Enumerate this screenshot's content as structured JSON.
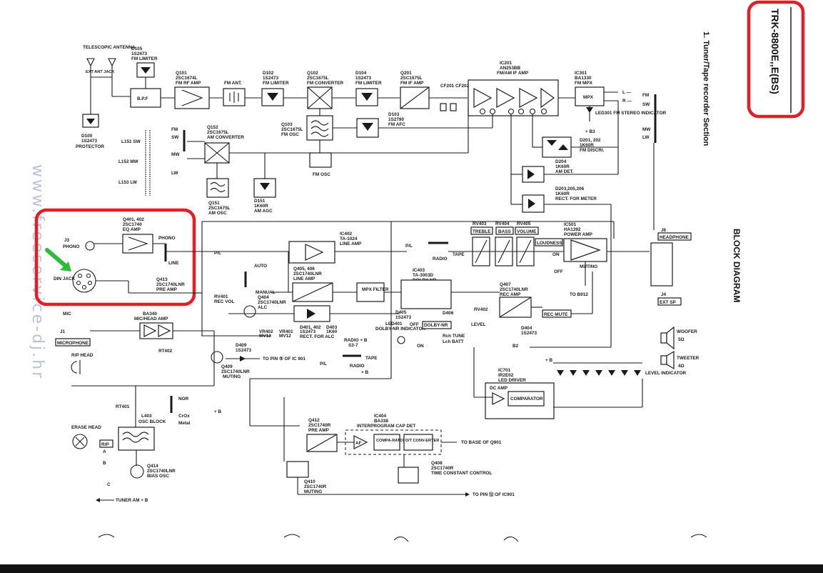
{
  "side_header": {
    "section": "1. Tuner/Tape recorder Section",
    "model": "TRK-8800E,,E(BS)",
    "block_diagram": "BLOCK DIAGRAM"
  },
  "watermark": "www.freeservice-dj.hr",
  "accent_color": "#e21f26",
  "arrow_color": "#2dbb3a",
  "labels": {
    "antenna": "TELESCOPIC ANTENNA",
    "ext_ant_jack": "EXT  ANT  JACK",
    "d100": "D100",
    "d100_part": "1S2473",
    "protector": "PROTECTOR",
    "d105": "D105",
    "d105_part": "1S2473",
    "fm_limiter_1": "FM LIMITER",
    "bpf": "B.P.F",
    "q101": "Q101",
    "q101_part": "2SC1674L",
    "fm_rf_amp": "FM RF AMP",
    "fm_ant": "FM ANT.",
    "d102": "D102",
    "d102_part": "1S2473",
    "fm_limiter_2": "FM LIMITER",
    "q102": "Q102",
    "q102_part": "2SC1675L",
    "fm_converter": "FM CONVERTER",
    "d104": "D104",
    "d104_part": "1S2473",
    "fm_limiter_3": "FM LIMITER",
    "q201": "Q201",
    "q201_part": "2SC1675L",
    "fm_if_amp": "FM IF AMP",
    "cf": "CF201\nCF202",
    "ic201": "IC201",
    "ic201_part": "AN253BB",
    "fm_am_if": "FM/AM IF AMP",
    "ic301": "IC301",
    "ic301_part": "BA1330",
    "fm_mpx": "FM MPX",
    "mpx": "MPX",
    "led301": "LED301 FM STEREO INDICATOR",
    "b3": "+ B3",
    "d201": "D201, 202",
    "d201_part": "1K60R",
    "fm_discri": "FM DISCRI.",
    "d204": "D204",
    "d204_part": "1K60R",
    "am_det": "AM DET.",
    "d203": "D203,205,206",
    "d203_part": "1K60R",
    "rect_meter": "RECT. FOR METER",
    "q103": "Q103",
    "q103_part": "2SC1675L",
    "fm_osc": "FM OSC",
    "fm_osc_2": "FM OSC",
    "d103": "D103",
    "d103_part": "1S2790",
    "fm_afc": "FM AFC",
    "q152": "Q152",
    "q152_part": "2SC1675L",
    "am_converter": "AM CONVERTER",
    "l151": "L151 SW",
    "l152": "L152 MW",
    "l153": "L153 LW",
    "q151": "Q151",
    "q151_part": "2SC1675L",
    "am_osc": "AM OSC",
    "d151": "D151",
    "d151_part": "1K60R",
    "am_agc": "AM AGC",
    "q401": "Q401, 402",
    "q401_part": "2SC1740",
    "eq_amp": "EQ AMP",
    "j3": "J3",
    "phono": "PHONO",
    "phono_sw": "PHONO",
    "line": "LINE",
    "din_jack": "DIN JACK",
    "q413": "Q413",
    "q413_part": "2SC1740LNR",
    "pre_amp": "PRE AMP",
    "ic402": "IC402",
    "ic402_part": "TA-1024",
    "line_amp": "LINE AMP",
    "pl": "P/L",
    "radio": "RADIO",
    "tape": "TAPE",
    "auto": "AUTO",
    "manual": "MANUAL",
    "q405": "Q405, 406",
    "q405_part": "2SC1740LNR",
    "line_amp_2": "LINE AMP",
    "mpx_filter": "MPX FILTER",
    "ic403": "IC403",
    "ic403_part": "TA-3003D",
    "dolby_nr": "DOLBY-NR",
    "q404": "Q404",
    "q404_part": "2SC1740LNR",
    "alc": "ALC",
    "rv401": "RV401",
    "rec_vol": "REC VOL",
    "d401": "D401, 402",
    "d401_part": "1S2473",
    "d403": "D403",
    "d403_part": "1K60",
    "rect_alc": "RECT. FOR ALC",
    "d405": "D405",
    "d405_part": "1S2473",
    "led401": "LED401",
    "led401_desc": "DOLBY-NR INDICATOR",
    "d406": "D406",
    "dolby_nr_sw": "DOLBY-NR",
    "rch_tune": "Rch TUNE",
    "lch_batt": "Lch BATT",
    "rv403": "RV403",
    "rv404": "RV404",
    "rv405": "RV405",
    "treble": "TREBLE",
    "bass": "BASS",
    "volume": "VOLUME",
    "loudness": "LOUDNESS",
    "ic501": "IC501",
    "ic501_part": "HA1392",
    "power_amp": "POWER AMP",
    "muting": "MUTING",
    "to_b912": "TO B912",
    "on": "ON",
    "off": "OFF",
    "q407": "Q407",
    "q407_part": "2SC1740LNR",
    "rec_amp": "REC AMP",
    "rv402": "RV402",
    "rec_mute": "REC MUTE",
    "d404": "D404",
    "d404_part": "1S2473",
    "level": "LEVEL",
    "b2": "B2",
    "j6": "J6",
    "headphone": "HEADPHONE",
    "j4": "J4",
    "ext_sp": "EXT SP",
    "woofer": "WOOFER",
    "woofer_ohm": "5Ω",
    "tweeter": "TWEETER",
    "tweeter_ohm": "4Ω",
    "level_indicator": "LEVEL INDICATOR",
    "ic701": "IC701",
    "ic701_part": "IR2E02",
    "led_driver": "LED DRIVER",
    "dc_amp": "DC AMP",
    "comparator": "COMPARATOR",
    "mic": "MIC",
    "ba340": "BA340",
    "mic_head_amp": "MIC/HEAD AMP",
    "j1": "J1",
    "microphone": "MICROPHONE",
    "rp_head": "R/P HEAD",
    "rt402": "RT402",
    "vr402": "VR402",
    "vr402_part": "MV12",
    "vr401": "VR401",
    "vr401_part": "MV12",
    "d409": "D409",
    "d409_part": "1S2473",
    "to_pin": "TO PIN ⑤ OF IC 901",
    "q409": "Q409",
    "q409_part": "2SC1740LNR",
    "muting_2": "MUTING",
    "radio_b": "RADIO + B",
    "s3": "S3-7",
    "tape_2": "TAPE",
    "radio_2": "RADIO",
    "plus_b": "+ B",
    "pl_2": "P/L",
    "rt401": "RT401",
    "l403": "L403",
    "osc_block": "OSC BLOCK",
    "nor": "NOR",
    "crox": "CrOx",
    "metal": "Metal",
    "erase_head": "ERASE HEAD",
    "rp": "R/P",
    "q414": "Q414",
    "q414_part": "2SC1740LNR",
    "bias_osc": "BIAS OSC",
    "tuner_am": "TUNER AM + B",
    "q412": "Q412",
    "q412_part": "2SC1740R",
    "pre_amp_2": "PRE AMP",
    "ic404": "IC404",
    "ic404_part": "BA338",
    "interprogram": "INTERPROGRAM CAP DET",
    "af": "AF",
    "compa": "COMPA-RATOR",
    "dt_conv": "D/T CONV-ERTER",
    "to_base": "TO BASE OF Q901",
    "q408": "Q408",
    "q408_part": "2SC1740R",
    "time_const": "TIME CONSTANT CONTROL",
    "q410": "Q410",
    "q410_part": "2SC1740R",
    "muting_3": "MUTING",
    "to_pin_12": "TO PIN ⑫ OF IC901",
    "fm": "FM",
    "sw": "SW",
    "mw": "MW",
    "lw": "LW",
    "l_ch": "L —",
    "r_ch": "R —",
    "p": "P",
    "r": "R",
    "b": "B",
    "c": "C",
    "a": "A"
  }
}
